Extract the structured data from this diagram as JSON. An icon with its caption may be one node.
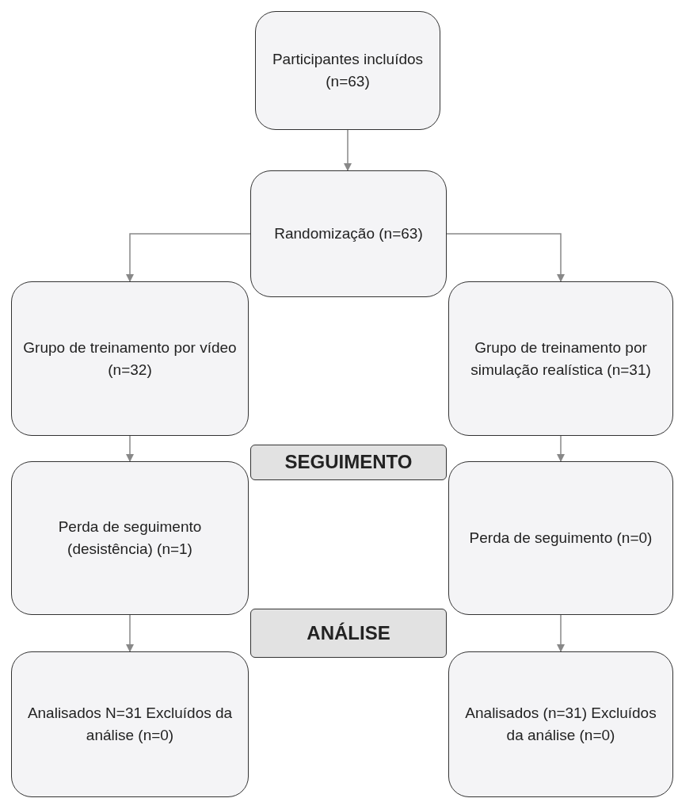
{
  "diagram": {
    "nodes": [
      {
        "text": [
          "Participantes incluídos (n=63)"
        ]
      },
      {
        "text": [
          "Randomização (n=63)"
        ]
      },
      {
        "text": [
          "Grupo de treinamento por vídeo (n=32)"
        ]
      },
      {
        "text": [
          "Grupo de treinamento por simulação realística (n=31)"
        ]
      },
      {
        "text": [
          "SEGUIMENTO"
        ]
      },
      {
        "text": [
          "Perda de seguimento (desistência) (n=1)"
        ]
      },
      {
        "text": [
          "Perda de seguimento (n=0)"
        ]
      },
      {
        "text": [
          "ANÁLISE"
        ]
      },
      {
        "text": [
          "Analisados N=31 Excluídos da análise (n=0)"
        ]
      },
      {
        "text": [
          "Analisados (n=31) Excluídos da análise (n=0)"
        ]
      }
    ],
    "edges": [
      {
        "from": 0,
        "to": 1,
        "arrow": "to"
      },
      {
        "from": 1,
        "to": 2,
        "arrow": "to"
      },
      {
        "from": 1,
        "to": 3,
        "arrow": "to"
      },
      {
        "from": 2,
        "to": 5,
        "arrow": "to"
      },
      {
        "from": 3,
        "to": 6,
        "arrow": "to"
      },
      {
        "from": 5,
        "to": 8,
        "arrow": "to"
      },
      {
        "from": 6,
        "to": 9,
        "arrow": "to"
      }
    ]
  }
}
